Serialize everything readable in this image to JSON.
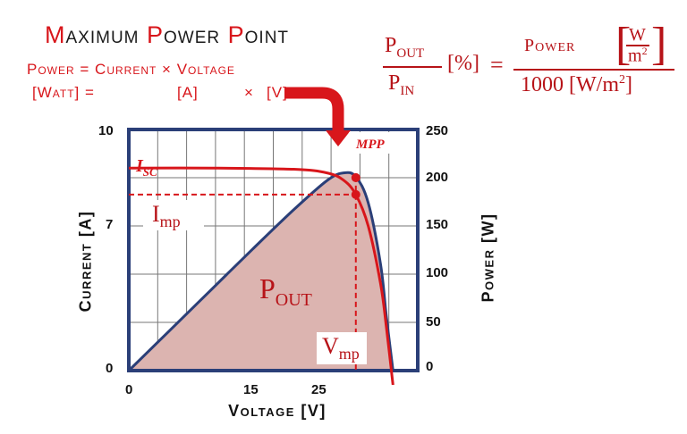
{
  "title": {
    "part1": "M",
    "part2": "aximum ",
    "part3": "P",
    "part4": "ower ",
    "part5": "P",
    "part6": "oint"
  },
  "subtitle": {
    "line1": "Power = Current × Voltage",
    "line2_unit_w": "[Watt] =",
    "line2_unit_a": "[A]",
    "line2_times": "×",
    "line2_unit_v": "[V]"
  },
  "formula": {
    "p_main": "P",
    "out_sub": "OUT",
    "in_sub": "IN",
    "pct": "[%]",
    "eq": "=",
    "power_word": "Power",
    "w_unit": "W",
    "m2_unit": "m",
    "sq": "2",
    "denominator": "1000 [W/m",
    "denom_close": "]"
  },
  "chart_data": {
    "type": "line",
    "xlabel": "Voltage [V]",
    "ylabel_left": "Current [A]",
    "ylabel_right": "Power [W]",
    "x_ticks": [
      "0",
      "15",
      "25"
    ],
    "y_left_ticks": [
      "0",
      "7",
      "10"
    ],
    "y_right_ticks": [
      "0",
      "50",
      "100",
      "150",
      "200",
      "250"
    ],
    "xlim": [
      0,
      35
    ],
    "ylim_left": [
      0,
      10
    ],
    "ylim_right": [
      0,
      250
    ],
    "labels": {
      "isc": "I",
      "isc_sub": "SC",
      "mpp": "MPP",
      "imp": "I",
      "imp_sub": "mp",
      "vmp": "V",
      "vmp_sub": "mp",
      "pout": "P",
      "pout_sub": "OUT"
    },
    "series": [
      {
        "x": [
          0,
          10,
          20,
          24,
          26,
          27.5,
          29,
          30.5,
          31.2,
          32
        ],
        "values": [
          8.4,
          8.4,
          8.35,
          8.2,
          7.9,
          7.3,
          6.0,
          3.6,
          1.8,
          0
        ]
      },
      {
        "x": [
          0,
          5,
          10,
          15,
          20,
          24,
          26,
          27.5,
          29,
          30.5,
          31.2,
          32
        ],
        "values": [
          0,
          42,
          84,
          126,
          167,
          197,
          205,
          201,
          174,
          110,
          56,
          0
        ]
      }
    ],
    "mpp": {
      "voltage": 27.5,
      "current": 7.3,
      "power": 201
    }
  },
  "colors": {
    "red": "#d8161b",
    "dark_red": "#b71318",
    "navy": "#2b3f78",
    "fill": "#dcb4b0",
    "grid": "#666666"
  }
}
